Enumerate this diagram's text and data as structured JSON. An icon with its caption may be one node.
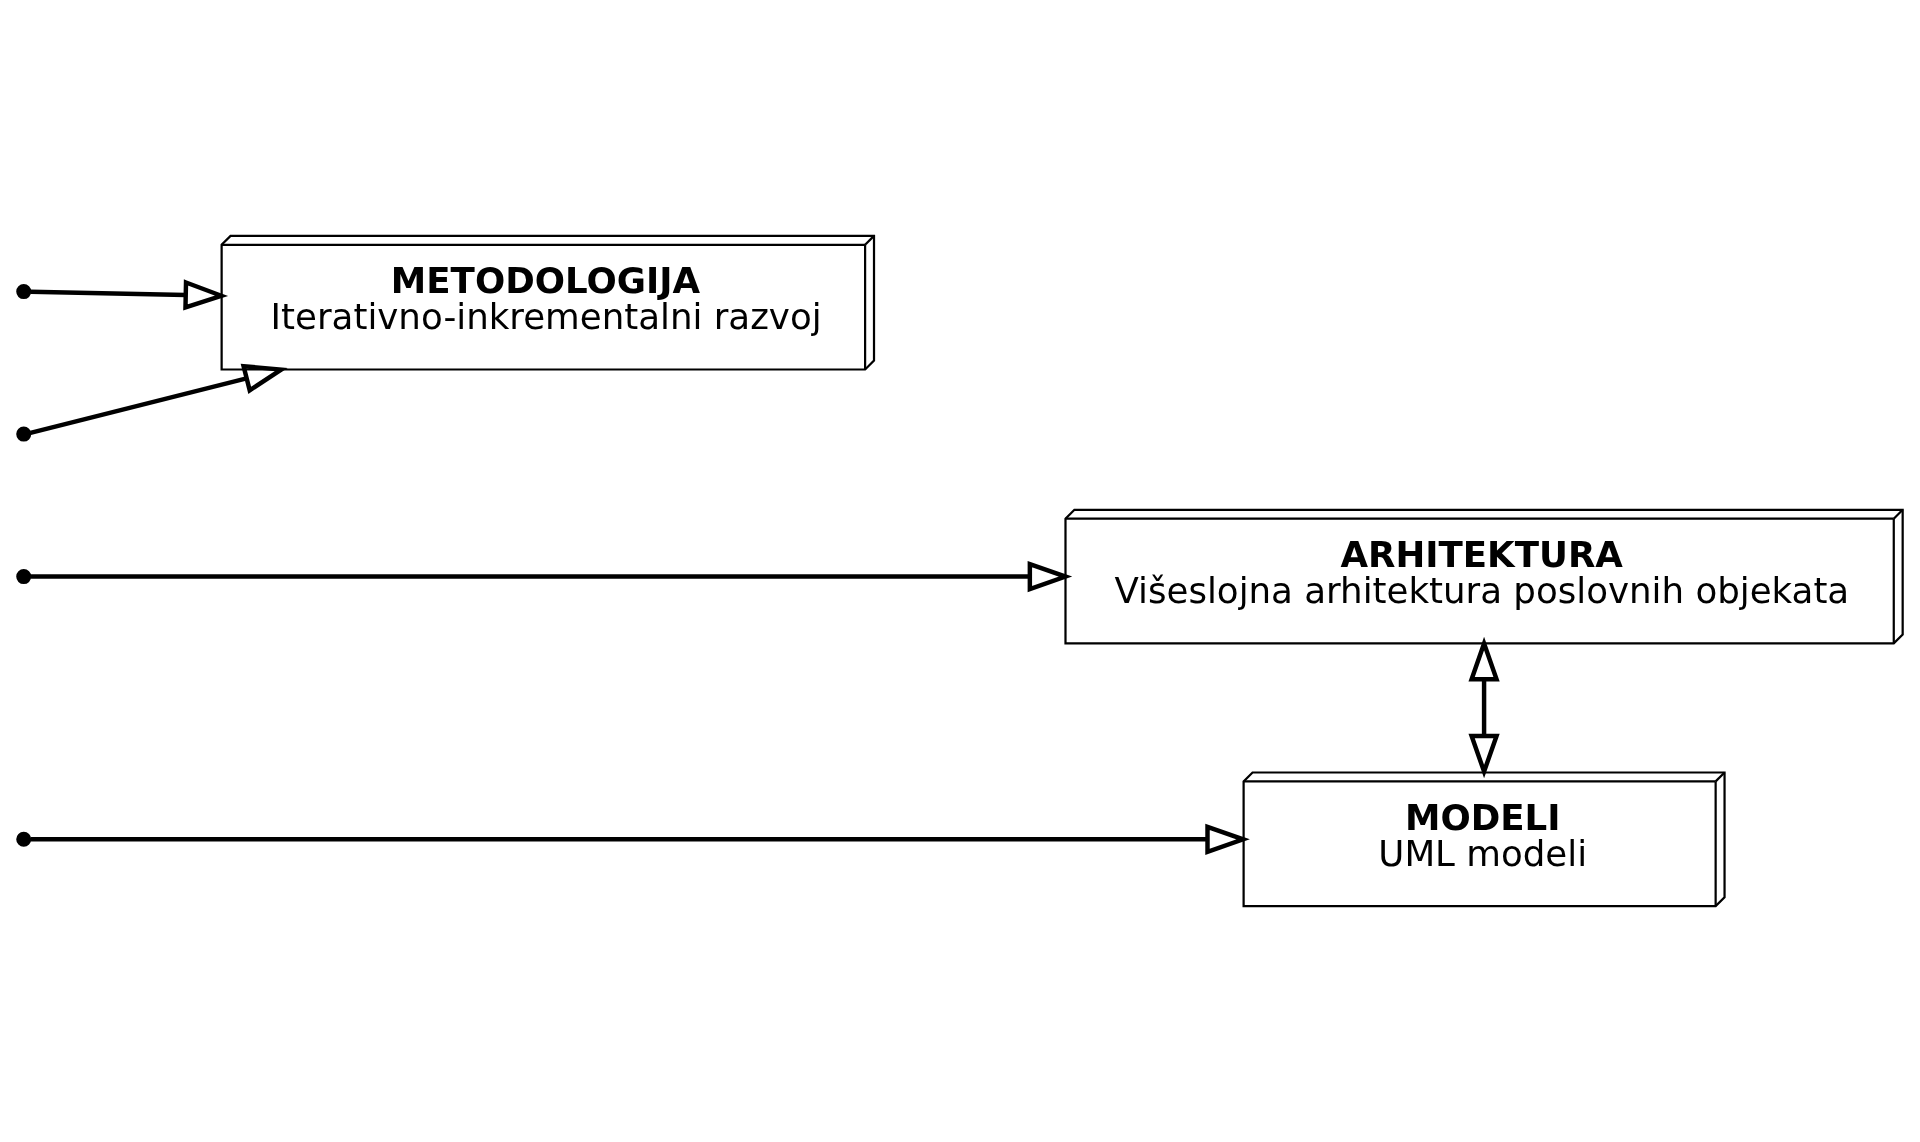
{
  "diagram": {
    "nodes": [
      {
        "text": [
          "ARHITEKTURA",
          "Višeslojna arhitektura poslovnih objekata"
        ]
      },
      {
        "text": [
          "METODOLOGIJA",
          "Iterativno-inkrementalni razvoj"
        ]
      },
      {
        "text": [
          "MODELI",
          "UML modeli"
        ]
      }
    ],
    "edges": [
      {
        "from": null,
        "to": 0,
        "arrow": "to"
      },
      {
        "from": null,
        "to": 1,
        "arrow": "to"
      },
      {
        "from": 0,
        "to": 2,
        "arrow": "both"
      },
      {
        "from": null,
        "to": 1,
        "arrow": "to"
      },
      {
        "from": null,
        "to": 2,
        "arrow": "to"
      }
    ]
  }
}
